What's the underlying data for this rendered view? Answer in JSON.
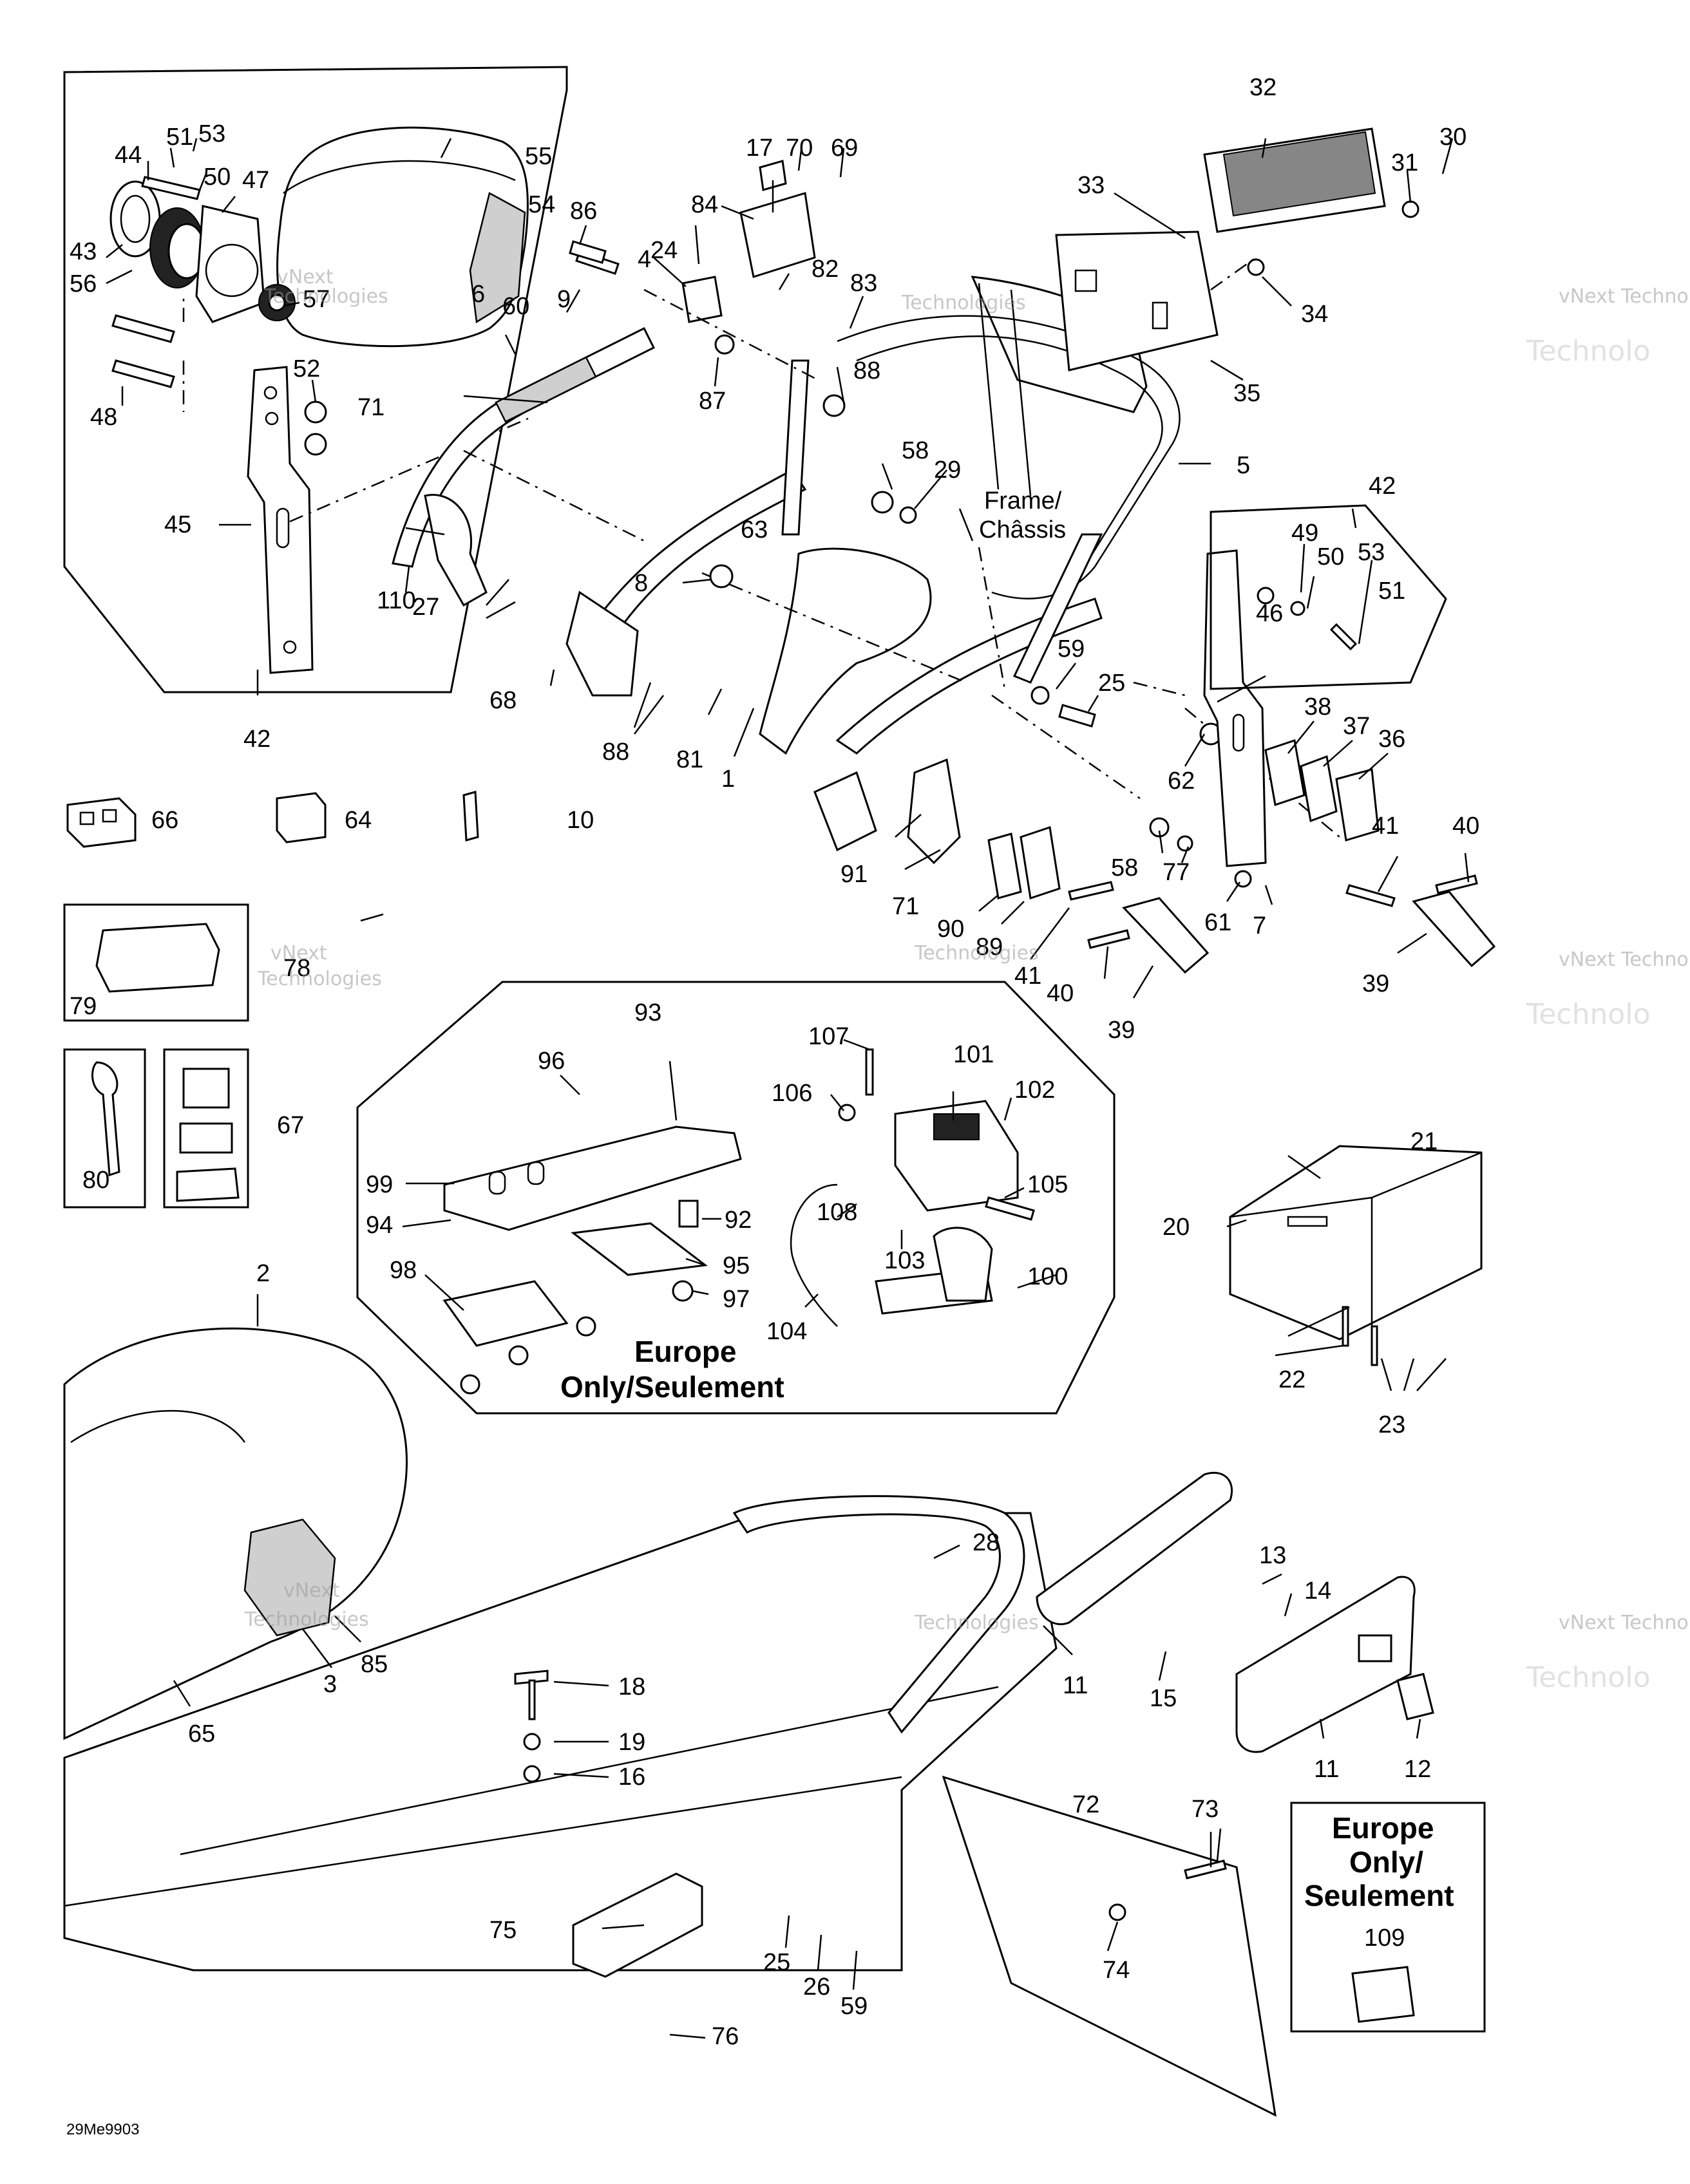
{
  "callouts": {
    "c1": "1",
    "c2": "2",
    "c3": "3",
    "c4": "4",
    "c5": "5",
    "c6": "6",
    "c7": "7",
    "c8": "8",
    "c9": "9",
    "c10": "10",
    "c11a": "11",
    "c11b": "11",
    "c12": "12",
    "c13": "13",
    "c14": "14",
    "c15": "15",
    "c16": "16",
    "c17": "17",
    "c18": "18",
    "c19": "19",
    "c20": "20",
    "c21": "21",
    "c22": "22",
    "c23": "23",
    "c24": "24",
    "c25a": "25",
    "c25b": "25",
    "c26": "26",
    "c27": "27",
    "c28": "28",
    "c29": "29",
    "c30": "30",
    "c31": "31",
    "c32": "32",
    "c33": "33",
    "c34": "34",
    "c35": "35",
    "c36": "36",
    "c37": "37",
    "c38": "38",
    "c39a": "39",
    "c39b": "39",
    "c40a": "40",
    "c40b": "40",
    "c41a": "41",
    "c41b": "41",
    "c42a": "42",
    "c42b": "42",
    "c43": "43",
    "c44": "44",
    "c45": "45",
    "c46": "46",
    "c47": "47",
    "c48": "48",
    "c49": "49",
    "c50a": "50",
    "c50b": "50",
    "c51a": "51",
    "c51b": "51",
    "c52": "52",
    "c53a": "53",
    "c53b": "53",
    "c54": "54",
    "c55": "55",
    "c56": "56",
    "c57": "57",
    "c58a": "58",
    "c58b": "58",
    "c59a": "59",
    "c59b": "59",
    "c60": "60",
    "c61": "61",
    "c62": "62",
    "c63": "63",
    "c64": "64",
    "c65": "65",
    "c66": "66",
    "c67": "67",
    "c68": "68",
    "c69": "69",
    "c70": "70",
    "c71a": "71",
    "c71b": "71",
    "c72": "72",
    "c73": "73",
    "c74": "74",
    "c75": "75",
    "c76": "76",
    "c77": "77",
    "c78": "78",
    "c79": "79",
    "c80": "80",
    "c81": "81",
    "c82": "82",
    "c83": "83",
    "c84": "84",
    "c85": "85",
    "c86": "86",
    "c87": "87",
    "c88a": "88",
    "c88b": "88",
    "c89": "89",
    "c90": "90",
    "c91": "91",
    "c92": "92",
    "c93": "93",
    "c94": "94",
    "c95": "95",
    "c96": "96",
    "c97": "97",
    "c98": "98",
    "c99": "99",
    "c100": "100",
    "c101": "101",
    "c102": "102",
    "c103": "103",
    "c104": "104",
    "c105": "105",
    "c106": "106",
    "c107": "107",
    "c108": "108",
    "c109": "109",
    "c110": "110"
  },
  "annotations": {
    "frame_line1": "Frame/",
    "frame_line2": "Châssis",
    "europe_center_line1": "Europe",
    "europe_center_line2": "Only/Seulement",
    "europe_right_line1": "Europe",
    "europe_right_line2": "Only/",
    "europe_right_line3": "Seulement",
    "diagram_code": "29Me9903"
  },
  "watermark": {
    "brand_line1": "vNext",
    "brand_line2": "Technologies",
    "edge_line1": "vNext Techno",
    "edge_line2": "Technolo"
  }
}
